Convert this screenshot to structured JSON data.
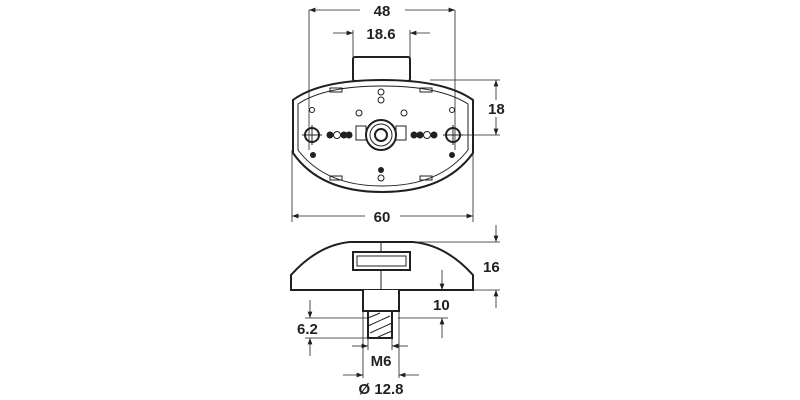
{
  "dimensions": {
    "top_width_48": "48",
    "tab_width_18_6": "18.6",
    "half_height_18": "18",
    "overall_width_60": "60",
    "body_height_16": "16",
    "stem_height_10": "10",
    "thread_length_6_2": "6.2",
    "thread_size_m6": "M6",
    "stem_diameter_12_8": "Ø 12.8"
  },
  "colors": {
    "line": "#231f20",
    "background": "#ffffff"
  }
}
